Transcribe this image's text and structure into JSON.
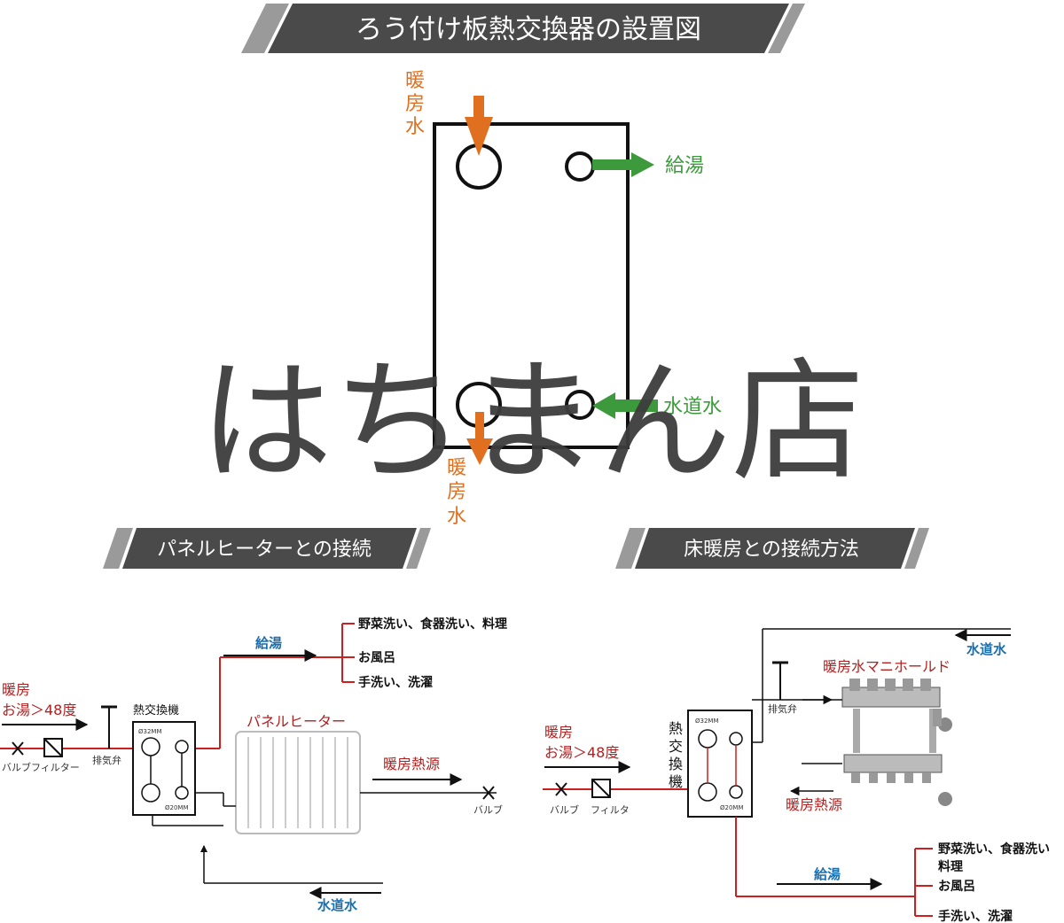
{
  "top_title": "ろう付け板熱交換器の設置図",
  "top_diagram": {
    "inlet_top": "暖房水",
    "outlet_top": "給湯",
    "inlet_bottom": "水道水",
    "outlet_bottom": "暖房水",
    "colors": {
      "heating": "#e07020",
      "water": "#3c9a3c"
    }
  },
  "watermark": "はちまん店",
  "left_section": {
    "title": "パネルヒーターとの接続",
    "hot_water": "給湯",
    "uses": [
      "野菜洗い、食器洗い、料理",
      "お風呂",
      "手洗い、洗濯"
    ],
    "heating_line1": "暖房",
    "heating_line2": "お湯＞48度",
    "exchanger": "熱交換機",
    "panel_heater": "パネルヒーター",
    "heat_source": "暖房熱源",
    "valve_filter": "バルブフィルター",
    "air_vent": "排気弁",
    "valve": "バルブ",
    "city_water": "水道水",
    "dim_32": "Ø32MM",
    "dim_20": "Ø20MM"
  },
  "right_section": {
    "title": "床暖房との接続方法",
    "city_water": "水道水",
    "manifold": "暖房水マニホールド",
    "air_vent": "排気弁",
    "heating_line1": "暖房",
    "heating_line2": "お湯＞48度",
    "exchanger_chars": [
      "熱",
      "交",
      "換",
      "機"
    ],
    "valve": "バルブ",
    "filter": "フィルタ",
    "heat_source": "暖房熱源",
    "hot_water": "給湯",
    "uses": [
      "野菜洗い、食器洗い",
      "料理",
      "お風呂",
      "手洗い、洗濯"
    ],
    "dim_32": "Ø32MM",
    "dim_20": "Ø20MM"
  }
}
